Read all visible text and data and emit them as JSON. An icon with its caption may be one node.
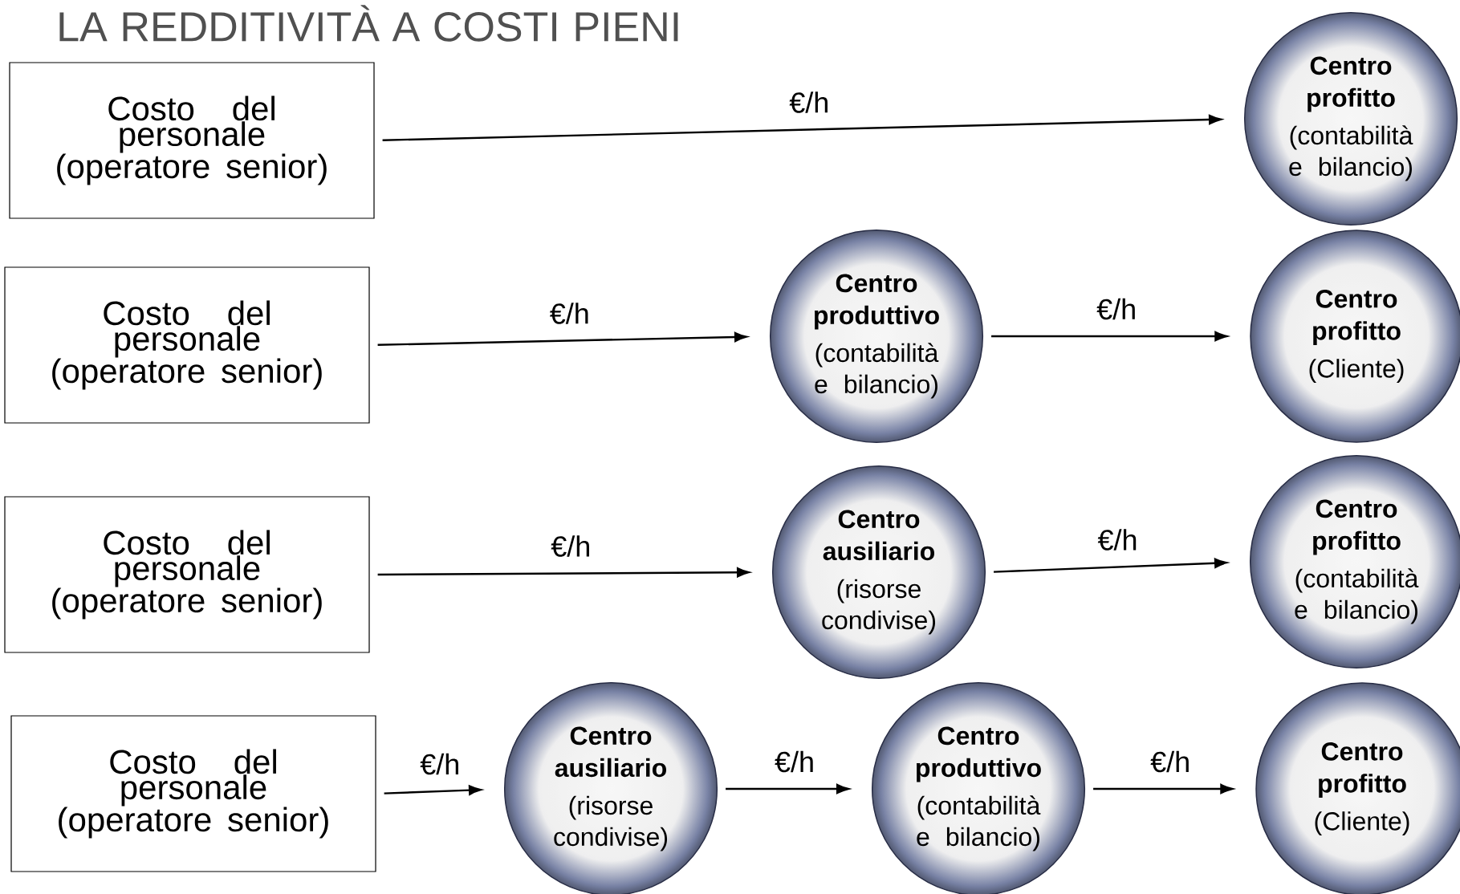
{
  "diagram": {
    "title": "LA REDDITIVITÀ A COSTI PIENI",
    "nodes": [
      {
        "text": [
          "Costo del personale (operatore senior)"
        ]
      },
      {
        "text": [
          "Centro profitto",
          "(contabilità e bilancio)"
        ]
      },
      {
        "text": [
          "Costo del personale (operatore senior)"
        ]
      },
      {
        "text": [
          "Centro produttivo",
          "(contabilità e bilancio)"
        ]
      },
      {
        "text": [
          "Centro profitto",
          "(Cliente)"
        ]
      },
      {
        "text": [
          "Costo del personale (operatore senior)"
        ]
      },
      {
        "text": [
          "Centro ausiliario",
          "(risorse condivise)"
        ]
      },
      {
        "text": [
          "Centro profitto",
          "(contabilità e bilancio)"
        ]
      },
      {
        "text": [
          "Costo del personale (operatore senior)"
        ]
      },
      {
        "text": [
          "Centro ausiliario",
          "(risorse condivise)"
        ]
      },
      {
        "text": [
          "Centro produttivo",
          "(contabilità e bilancio)"
        ]
      },
      {
        "text": [
          "Centro profitto",
          "(Cliente)"
        ]
      }
    ],
    "edges": [
      {
        "from": 0,
        "to": 1,
        "arrow": "to",
        "label": "€/h"
      },
      {
        "from": 2,
        "to": 3,
        "arrow": "to",
        "label": "€/h"
      },
      {
        "from": 3,
        "to": 4,
        "arrow": "to",
        "label": "€/h"
      },
      {
        "from": 5,
        "to": 6,
        "arrow": "to",
        "label": "€/h"
      },
      {
        "from": 6,
        "to": 7,
        "arrow": "to",
        "label": "€/h"
      },
      {
        "from": 8,
        "to": 9,
        "arrow": "to",
        "label": "€/h"
      },
      {
        "from": 9,
        "to": 10,
        "arrow": "to",
        "label": "€/h"
      },
      {
        "from": 10,
        "to": 11,
        "arrow": "to",
        "label": "€/h"
      }
    ]
  }
}
